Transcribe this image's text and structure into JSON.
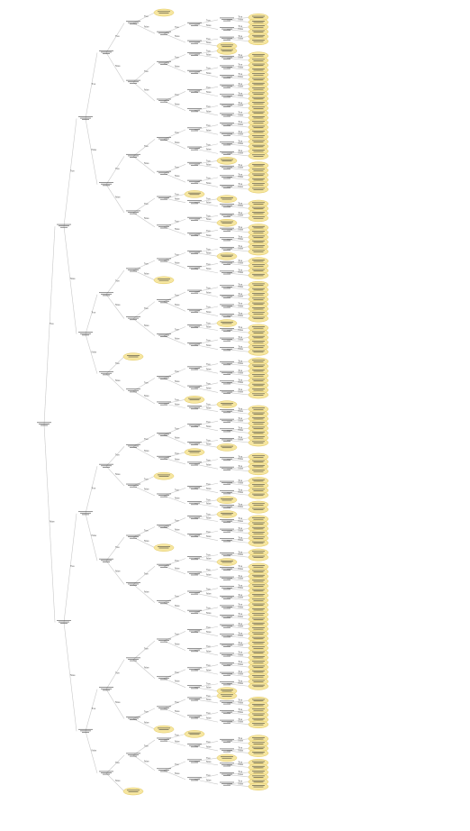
{
  "diagram": {
    "kind": "decision-tree",
    "colors": {
      "edge": "#c9c9c9",
      "leaf_fill": "#f6e6a0",
      "leaf_stroke": "#e2c85e",
      "text": "#333333"
    },
    "edge_labels": [
      "True",
      "False"
    ]
  }
}
